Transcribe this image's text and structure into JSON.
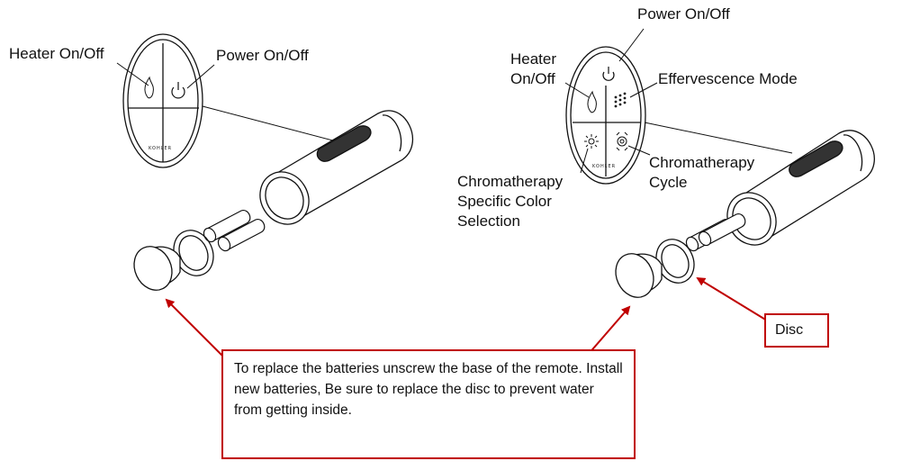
{
  "left_remote": {
    "heater_label": "Heater On/Off",
    "power_label": "Power On/Off",
    "brand": "KOHLER"
  },
  "right_remote": {
    "power_label": "Power On/Off",
    "heater_label_line1": "Heater",
    "heater_label_line2": "On/Off",
    "effervescence_label": "Effervescence Mode",
    "chroma_cycle_line1": "Chromatherapy",
    "chroma_cycle_line2": "Cycle",
    "chroma_specific_line1": "Chromatherapy",
    "chroma_specific_line2": "Specific Color",
    "chroma_specific_line3": "Selection",
    "brand": "KOHLER"
  },
  "callouts": {
    "instructions": "To replace the batteries unscrew the base of the remote.  Install new batteries,  Be sure to replace the disc to prevent water from getting inside.",
    "disc_label": "Disc"
  },
  "colors": {
    "annotation": "#c00000",
    "line": "#111111"
  },
  "icons": [
    "flame-icon",
    "power-icon",
    "effervescence-icon",
    "sun-icon",
    "cycle-icon"
  ]
}
